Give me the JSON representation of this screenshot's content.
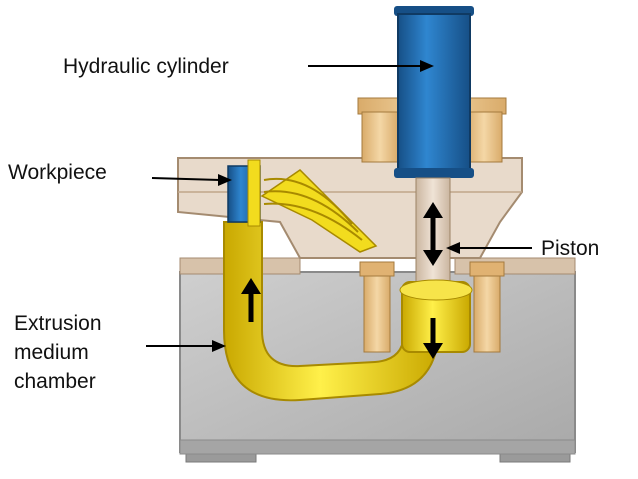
{
  "labels": {
    "hydraulic_cylinder": "Hydraulic cylinder",
    "workpiece": "Workpiece",
    "piston": "Piston",
    "extrusion_line1": "Extrusion",
    "extrusion_line2": "medium",
    "extrusion_line3": "chamber"
  },
  "colors": {
    "cylinder_blue": "#1f6fb8",
    "extrusion_yellow": "#f2dc1e",
    "housing_gray": "#b8b8b8",
    "flange_tan": "#e6c48f",
    "top_housing": "#e8dacb"
  }
}
